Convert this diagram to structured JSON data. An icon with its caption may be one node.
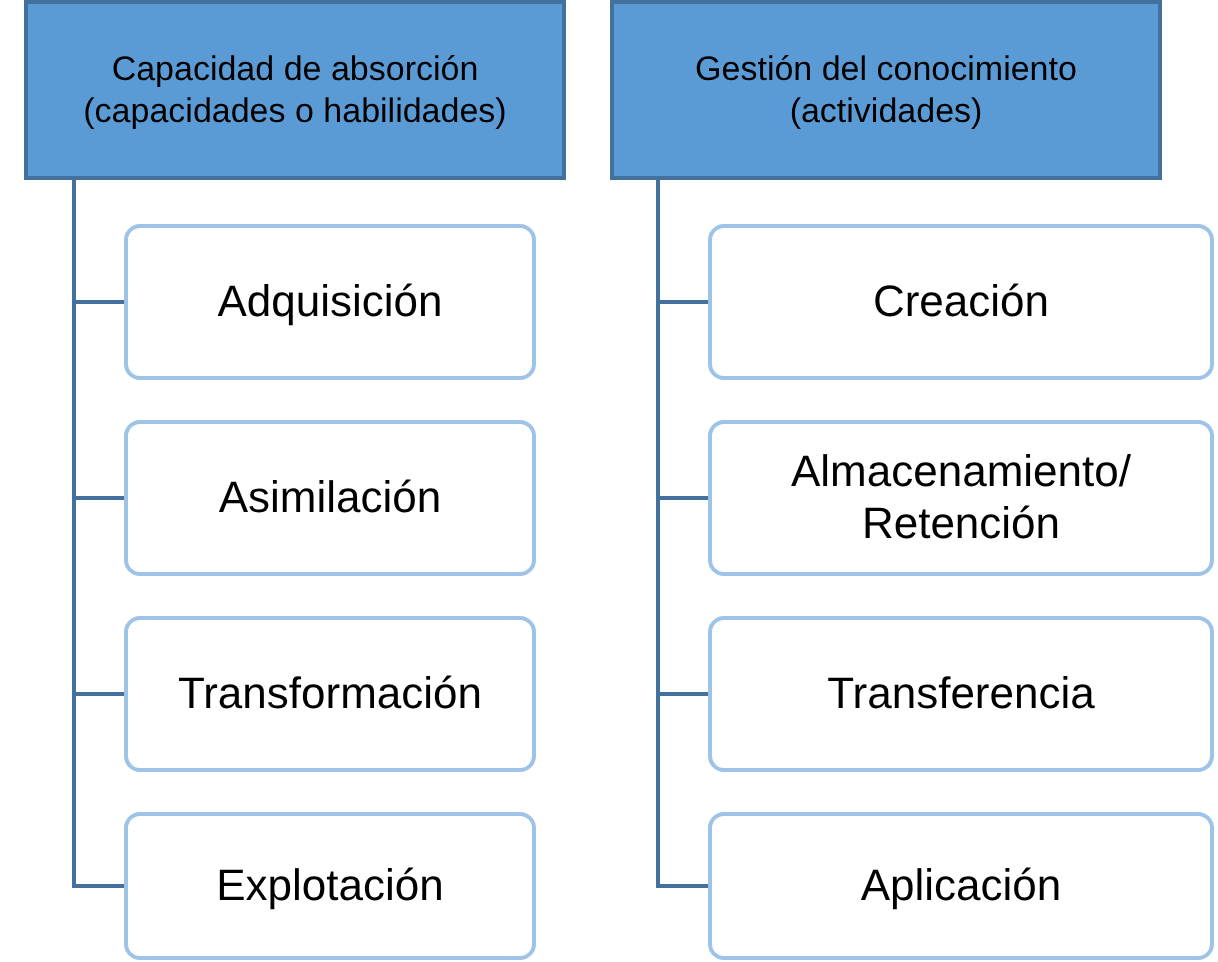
{
  "diagram": {
    "nodes": [
      {
        "text": [
          "Capacidad de absorción (capacidades o habilidades)"
        ]
      },
      {
        "text": [
          "Adquisición"
        ]
      },
      {
        "text": [
          "Asimilación"
        ]
      },
      {
        "text": [
          "Transformación"
        ]
      },
      {
        "text": [
          "Explotación"
        ]
      },
      {
        "text": [
          "Gestión del conocimiento (actividades)"
        ]
      },
      {
        "text": [
          "Creación"
        ]
      },
      {
        "text": [
          "Almacenamiento/ Retención"
        ]
      },
      {
        "text": [
          "Transferencia"
        ]
      },
      {
        "text": [
          "Aplicación"
        ]
      }
    ],
    "edges": [
      {
        "from": 0,
        "to": 1,
        "arrow": "none"
      },
      {
        "from": 0,
        "to": 2,
        "arrow": "none"
      },
      {
        "from": 0,
        "to": 3,
        "arrow": "none"
      },
      {
        "from": 0,
        "to": 4,
        "arrow": "none"
      },
      {
        "from": 5,
        "to": 6,
        "arrow": "none"
      },
      {
        "from": 5,
        "to": 7,
        "arrow": "none"
      },
      {
        "from": 5,
        "to": 8,
        "arrow": "none"
      },
      {
        "from": 5,
        "to": 9,
        "arrow": "none"
      }
    ]
  }
}
